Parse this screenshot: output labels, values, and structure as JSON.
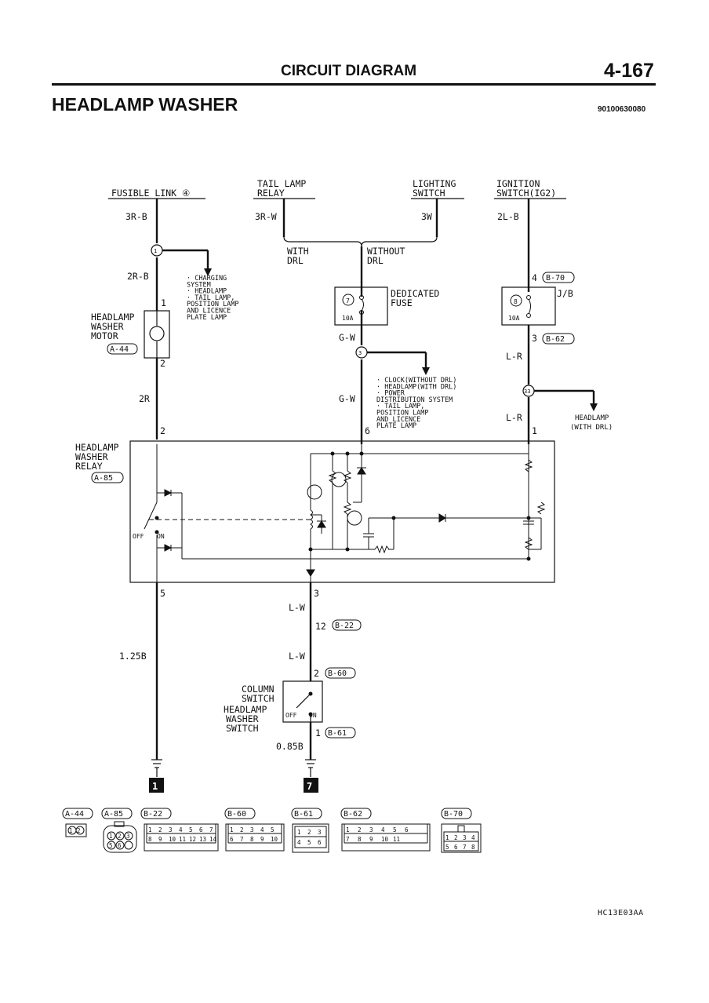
{
  "header": {
    "title": "CIRCUIT DIAGRAM",
    "page_number": "4-167"
  },
  "section": {
    "title": "HEADLAMP WASHER",
    "doc_code": "90100630080"
  },
  "figure_code": "HC13E03AA",
  "sources": {
    "fusible_link": "FUSIBLE LINK ④",
    "tail_lamp_relay_1": "TAIL LAMP",
    "tail_lamp_relay_2": "RELAY",
    "lighting_switch_1": "LIGHTING",
    "lighting_switch_2": "SWITCH",
    "ignition_switch_1": "IGNITION",
    "ignition_switch_2": "SWITCH(IG2)"
  },
  "wires": {
    "w_3rb": "3R-B",
    "w_3rw": "3R-W",
    "w_3w": "3W",
    "w_2lb": "2L-B",
    "w_2rb": "2R-B",
    "w_2r": "2R",
    "w_gw1": "G-W",
    "w_gw2": "G-W",
    "w_lr1": "L-R",
    "w_lr2": "L-R",
    "w_lw1": "L-W",
    "w_lw2": "L-W",
    "w_125b": "1.25B",
    "w_085b": "0.85B"
  },
  "branch_labels": {
    "with_drl_1": "WITH",
    "with_drl_2": "DRL",
    "without_drl_1": "WITHOUT",
    "without_drl_2": "DRL"
  },
  "splice1_notes": [
    "· CHARGING",
    "  SYSTEM",
    "· HEADLAMP",
    "· TAIL LAMP,",
    "  POSITION LAMP",
    "  AND LICENCE",
    "  PLATE LAMP"
  ],
  "splice3_notes": [
    "· CLOCK(WITHOUT DRL)",
    "· HEADLAMP(WITH DRL)",
    "· POWER",
    "  DISTRIBUTION SYSTEM",
    "· TAIL LAMP,",
    "  POSITION LAMP",
    "  AND LICENCE",
    "  PLATE LAMP"
  ],
  "splice33_note_1": "HEADLAMP",
  "splice33_note_2": "(WITH DRL)",
  "splices": {
    "s1": "1",
    "s3": "3",
    "s33": "33"
  },
  "motor": {
    "label_1": "HEADLAMP",
    "label_2": "WASHER",
    "label_3": "MOTOR",
    "connector": "A-44",
    "pin_top": "1",
    "pin_bottom": "2"
  },
  "dedicated_fuse": {
    "label_1": "DEDICATED",
    "label_2": "FUSE",
    "fuse_no": "7",
    "rating": "10A"
  },
  "jb": {
    "label": "J/B",
    "fuse_no": "8",
    "rating": "10A",
    "pin_top": "4",
    "conn_top": "B-70",
    "pin_bottom": "3",
    "conn_bottom": "B-62"
  },
  "relay": {
    "label_1": "HEADLAMP",
    "label_2": "WASHER",
    "label_3": "RELAY",
    "connector": "A-85",
    "pin_2": "2",
    "pin_6": "6",
    "pin_1": "1",
    "pin_5": "5",
    "pin_3": "3",
    "off": "OFF",
    "on": "ON"
  },
  "junction_b22": {
    "pin": "12",
    "conn": "B-22"
  },
  "column_switch": {
    "label_1": "COLUMN",
    "label_2": "SWITCH",
    "sub_1": "HEADLAMP",
    "sub_2": "WASHER",
    "sub_3": "SWITCH",
    "pin_top": "2",
    "conn_top": "B-60",
    "pin_bottom": "1",
    "conn_bottom": "B-61",
    "off": "OFF",
    "on": "ON"
  },
  "grounds": {
    "g1": "1",
    "g7": "7"
  },
  "connector_views": [
    {
      "id": "A-44",
      "cells": [
        "1",
        "2"
      ]
    },
    {
      "id": "A-85",
      "cells": [
        "1",
        "2",
        "3",
        "5",
        "6"
      ]
    },
    {
      "id": "B-22",
      "cells": [
        "1",
        "2",
        "3",
        "4",
        "5",
        "6",
        "7",
        "8",
        "9",
        "10",
        "11",
        "12",
        "13",
        "14"
      ]
    },
    {
      "id": "B-60",
      "cells": [
        "1",
        "2",
        "3",
        "4",
        "5",
        "6",
        "7",
        "8",
        "9",
        "10"
      ]
    },
    {
      "id": "B-61",
      "cells": [
        "1",
        "2",
        "3",
        "4",
        "5",
        "6"
      ]
    },
    {
      "id": "B-62",
      "cells": [
        "1",
        "2",
        "3",
        "4",
        "5",
        "6",
        "7",
        "8",
        "9",
        "10",
        "11"
      ]
    },
    {
      "id": "B-70",
      "cells": [
        "1",
        "2",
        "3",
        "4",
        "5",
        "6",
        "7",
        "8"
      ]
    }
  ]
}
